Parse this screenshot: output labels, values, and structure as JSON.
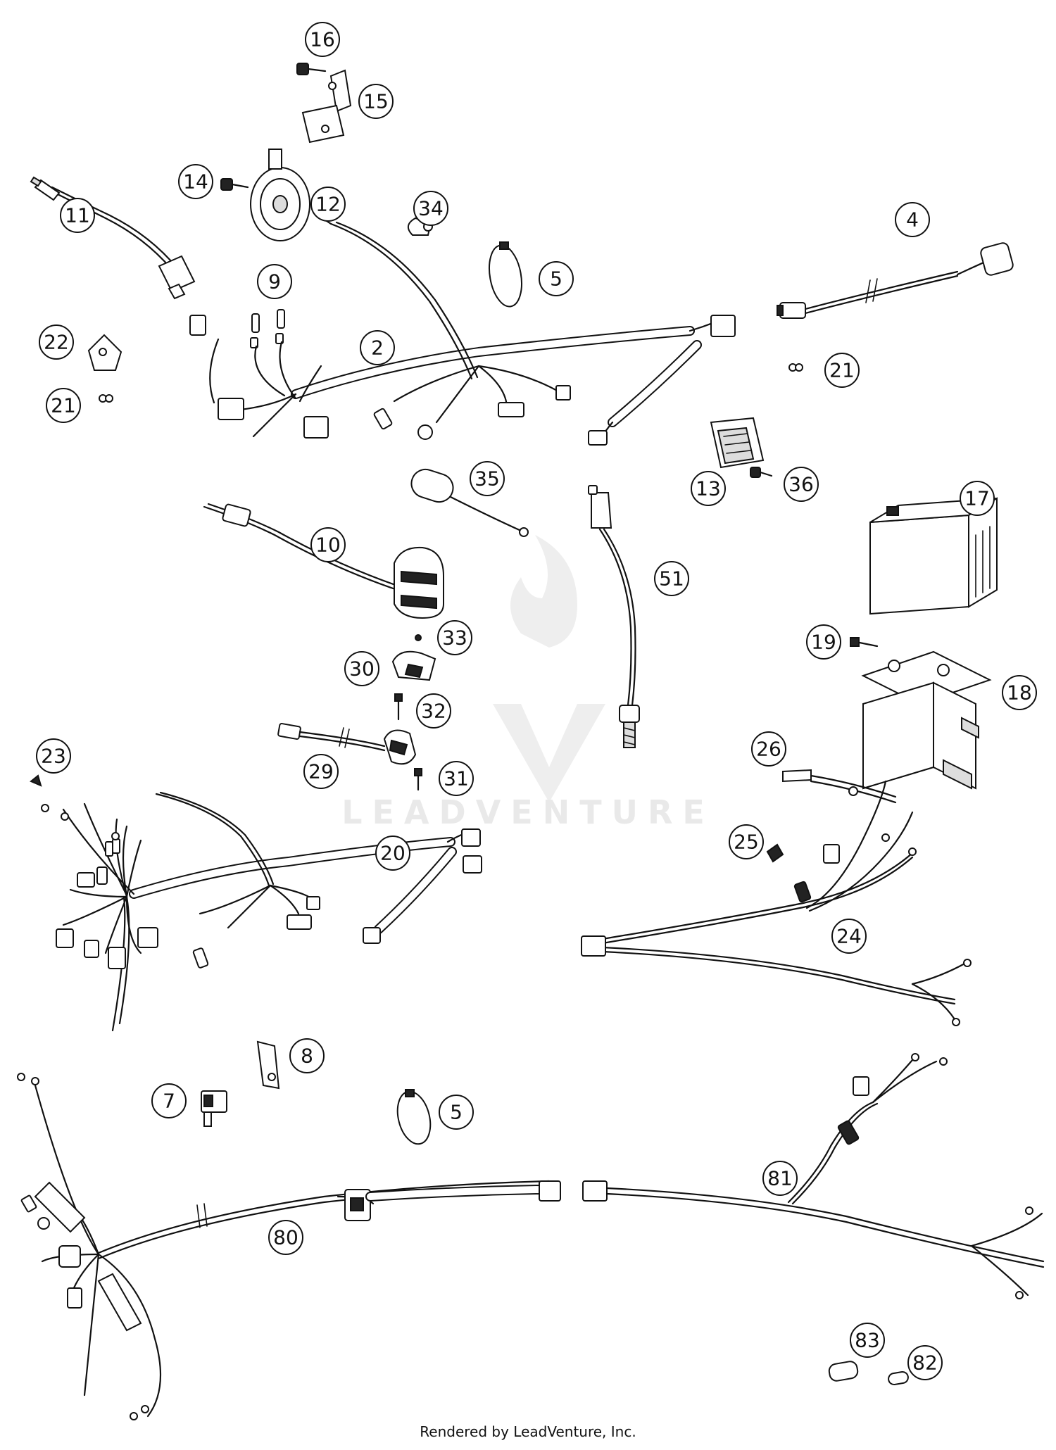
{
  "callouts": [
    {
      "id": "16",
      "label": "16"
    },
    {
      "id": "15",
      "label": "15"
    },
    {
      "id": "14",
      "label": "14"
    },
    {
      "id": "12",
      "label": "12"
    },
    {
      "id": "34",
      "label": "34"
    },
    {
      "id": "11",
      "label": "11"
    },
    {
      "id": "9",
      "label": "9"
    },
    {
      "id": "5a",
      "label": "5"
    },
    {
      "id": "4",
      "label": "4"
    },
    {
      "id": "22",
      "label": "22"
    },
    {
      "id": "2",
      "label": "2"
    },
    {
      "id": "21a",
      "label": "21"
    },
    {
      "id": "21b",
      "label": "21"
    },
    {
      "id": "35",
      "label": "35"
    },
    {
      "id": "13",
      "label": "13"
    },
    {
      "id": "36",
      "label": "36"
    },
    {
      "id": "17",
      "label": "17"
    },
    {
      "id": "10",
      "label": "10"
    },
    {
      "id": "51",
      "label": "51"
    },
    {
      "id": "33",
      "label": "33"
    },
    {
      "id": "30",
      "label": "30"
    },
    {
      "id": "19",
      "label": "19"
    },
    {
      "id": "18",
      "label": "18"
    },
    {
      "id": "32",
      "label": "32"
    },
    {
      "id": "23",
      "label": "23"
    },
    {
      "id": "29",
      "label": "29"
    },
    {
      "id": "31",
      "label": "31"
    },
    {
      "id": "26",
      "label": "26"
    },
    {
      "id": "25",
      "label": "25"
    },
    {
      "id": "20",
      "label": "20"
    },
    {
      "id": "24",
      "label": "24"
    },
    {
      "id": "8",
      "label": "8"
    },
    {
      "id": "7",
      "label": "7"
    },
    {
      "id": "5b",
      "label": "5"
    },
    {
      "id": "81",
      "label": "81"
    },
    {
      "id": "80",
      "label": "80"
    },
    {
      "id": "83",
      "label": "83"
    },
    {
      "id": "82",
      "label": "82"
    }
  ],
  "watermark": "LEADVENTURE",
  "credit": "Rendered by LeadVenture, Inc."
}
